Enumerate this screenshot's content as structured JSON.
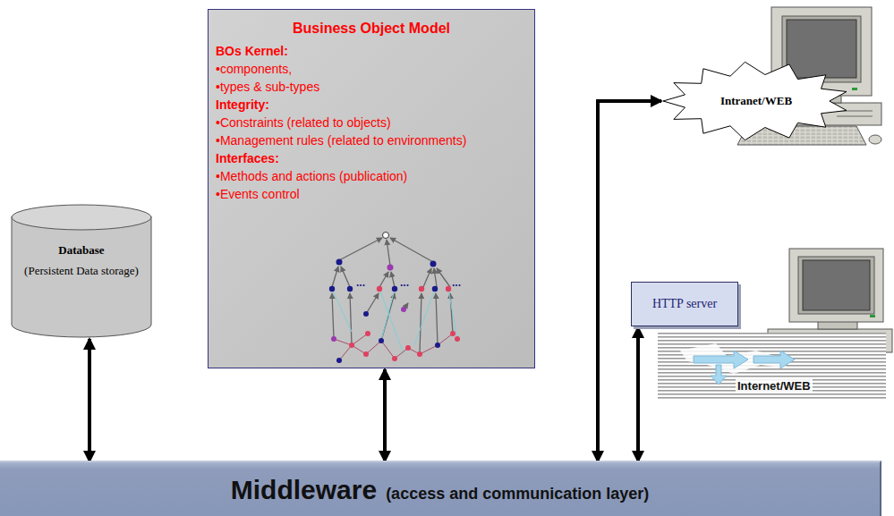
{
  "diagram": {
    "nodes": [
      {
        "text": [
          "Database",
          "(Persistent Data storage)"
        ]
      },
      {
        "text": [
          "Business Object Model",
          "BOs Kernel:",
          "•components,",
          "•types & sub-types",
          "Integrity:",
          "•Constraints (related to objects)",
          "•Management rules (related to environments)",
          "Interfaces:",
          "•Methods and actions (publication)",
          "•Events control"
        ]
      },
      {
        "text": [
          "Intranet/WEB"
        ]
      },
      {
        "text": [
          "HTTP server"
        ]
      },
      {
        "text": [
          "Middleware",
          "(access and communication layer)"
        ]
      }
    ],
    "edges": [
      {
        "from": 0,
        "to": 4,
        "arrow": "both"
      },
      {
        "from": 1,
        "to": 4,
        "arrow": "both"
      },
      {
        "from": 2,
        "to": 4,
        "arrow": "both"
      },
      {
        "from": 3,
        "to": 4,
        "arrow": "both"
      }
    ],
    "labels": [
      "...",
      "...",
      "...",
      "Internet/WEB"
    ]
  }
}
